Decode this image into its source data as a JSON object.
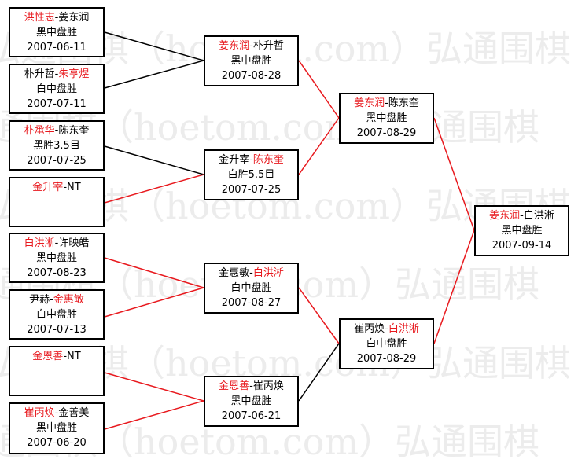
{
  "watermark": "弘通围棋（hoetom.com）弘通围棋",
  "colors": {
    "winner": "#e8191e",
    "loser": "#000000"
  },
  "round1": [
    {
      "winner": "洪性志",
      "sep": "-",
      "loser": "姜东润",
      "result": "黑中盘胜",
      "date": "2007-06-11"
    },
    {
      "loser": "朴升哲",
      "sep": "-",
      "winner": "朱亨煜",
      "result": "白中盘胜",
      "date": "2007-07-11"
    },
    {
      "winner": "朴承华",
      "sep": "-",
      "loser": "陈东奎",
      "result": "黑胜3.5目",
      "date": "2007-07-25"
    },
    {
      "winner": "金升宰",
      "sep": "-",
      "loser": "NT",
      "result": "",
      "date": ""
    },
    {
      "winner": "白洪淅",
      "sep": "-",
      "loser": "许映皓",
      "result": "黑中盘胜",
      "date": "2007-08-23"
    },
    {
      "loser": "尹赫",
      "sep": "-",
      "winner": "金惠敏",
      "result": "白中盘胜",
      "date": "2007-07-13"
    },
    {
      "winner": "金恩善",
      "sep": "-",
      "loser": "NT",
      "result": "",
      "date": ""
    },
    {
      "winner": "崔丙焕",
      "sep": "-",
      "loser": "金善美",
      "result": "黑中盘胜",
      "date": "2007-06-20"
    }
  ],
  "round2": [
    {
      "winner": "姜东润",
      "sep": "-",
      "loser": "朴升哲",
      "result": "黑中盘胜",
      "date": "2007-08-28"
    },
    {
      "loser": "金升宰",
      "sep": "-",
      "winner": "陈东奎",
      "result": "白胜5.5目",
      "date": "2007-07-25"
    },
    {
      "loser": "金惠敏",
      "sep": "-",
      "winner": "白洪淅",
      "result": "白中盘胜",
      "date": "2007-08-27"
    },
    {
      "winner": "金恩善",
      "sep": "-",
      "loser": "崔丙焕",
      "result": "黑中盘胜",
      "date": "2007-06-21"
    }
  ],
  "round3": [
    {
      "winner": "姜东润",
      "sep": "-",
      "loser": "陈东奎",
      "result": "黑中盘胜",
      "date": "2007-08-29"
    },
    {
      "loser": "崔丙焕",
      "sep": "-",
      "winner": "白洪淅",
      "result": "白中盘胜",
      "date": "2007-08-29"
    }
  ],
  "final": [
    {
      "winner": "姜东润",
      "sep": "-",
      "loser": "白洪淅",
      "result": "黑中盘胜",
      "date": "2007-09-14"
    }
  ]
}
